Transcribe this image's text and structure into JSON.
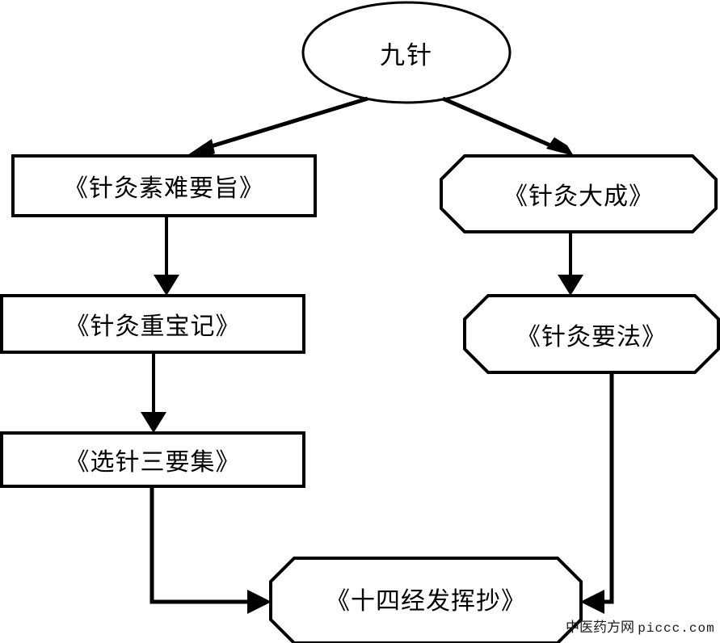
{
  "diagram": {
    "type": "flowchart",
    "title_node": {
      "id": "root",
      "label": "九针",
      "shape": "ellipse"
    },
    "nodes": [
      {
        "id": "n1",
        "label": "《针灸素难要旨》",
        "shape": "rectangle",
        "column": "left",
        "row": 1
      },
      {
        "id": "n2",
        "label": "《针灸大成》",
        "shape": "octagon",
        "column": "right",
        "row": 1
      },
      {
        "id": "n3",
        "label": "《针灸重宝记》",
        "shape": "rectangle",
        "column": "left",
        "row": 2
      },
      {
        "id": "n4",
        "label": "《针灸要法》",
        "shape": "octagon",
        "column": "right",
        "row": 2
      },
      {
        "id": "n5",
        "label": "《选针三要集》",
        "shape": "rectangle",
        "column": "left",
        "row": 3
      },
      {
        "id": "n6",
        "label": "《十四经发挥抄》",
        "shape": "octagon",
        "column": "center",
        "row": 4
      }
    ],
    "edges": [
      {
        "from": "root",
        "to": "n1",
        "style": "diagonal"
      },
      {
        "from": "root",
        "to": "n2",
        "style": "diagonal"
      },
      {
        "from": "n1",
        "to": "n3",
        "style": "vertical"
      },
      {
        "from": "n3",
        "to": "n5",
        "style": "vertical"
      },
      {
        "from": "n2",
        "to": "n4",
        "style": "vertical"
      },
      {
        "from": "n5",
        "to": "n6",
        "style": "elbow-left"
      },
      {
        "from": "n4",
        "to": "n6",
        "style": "elbow-right"
      }
    ],
    "colors": {
      "stroke": "#000000",
      "fill": "#ffffff",
      "background": "#ffffff",
      "text": "#000000"
    }
  },
  "watermark": {
    "site_name": "中医药方网",
    "domain": "piccc.com"
  }
}
